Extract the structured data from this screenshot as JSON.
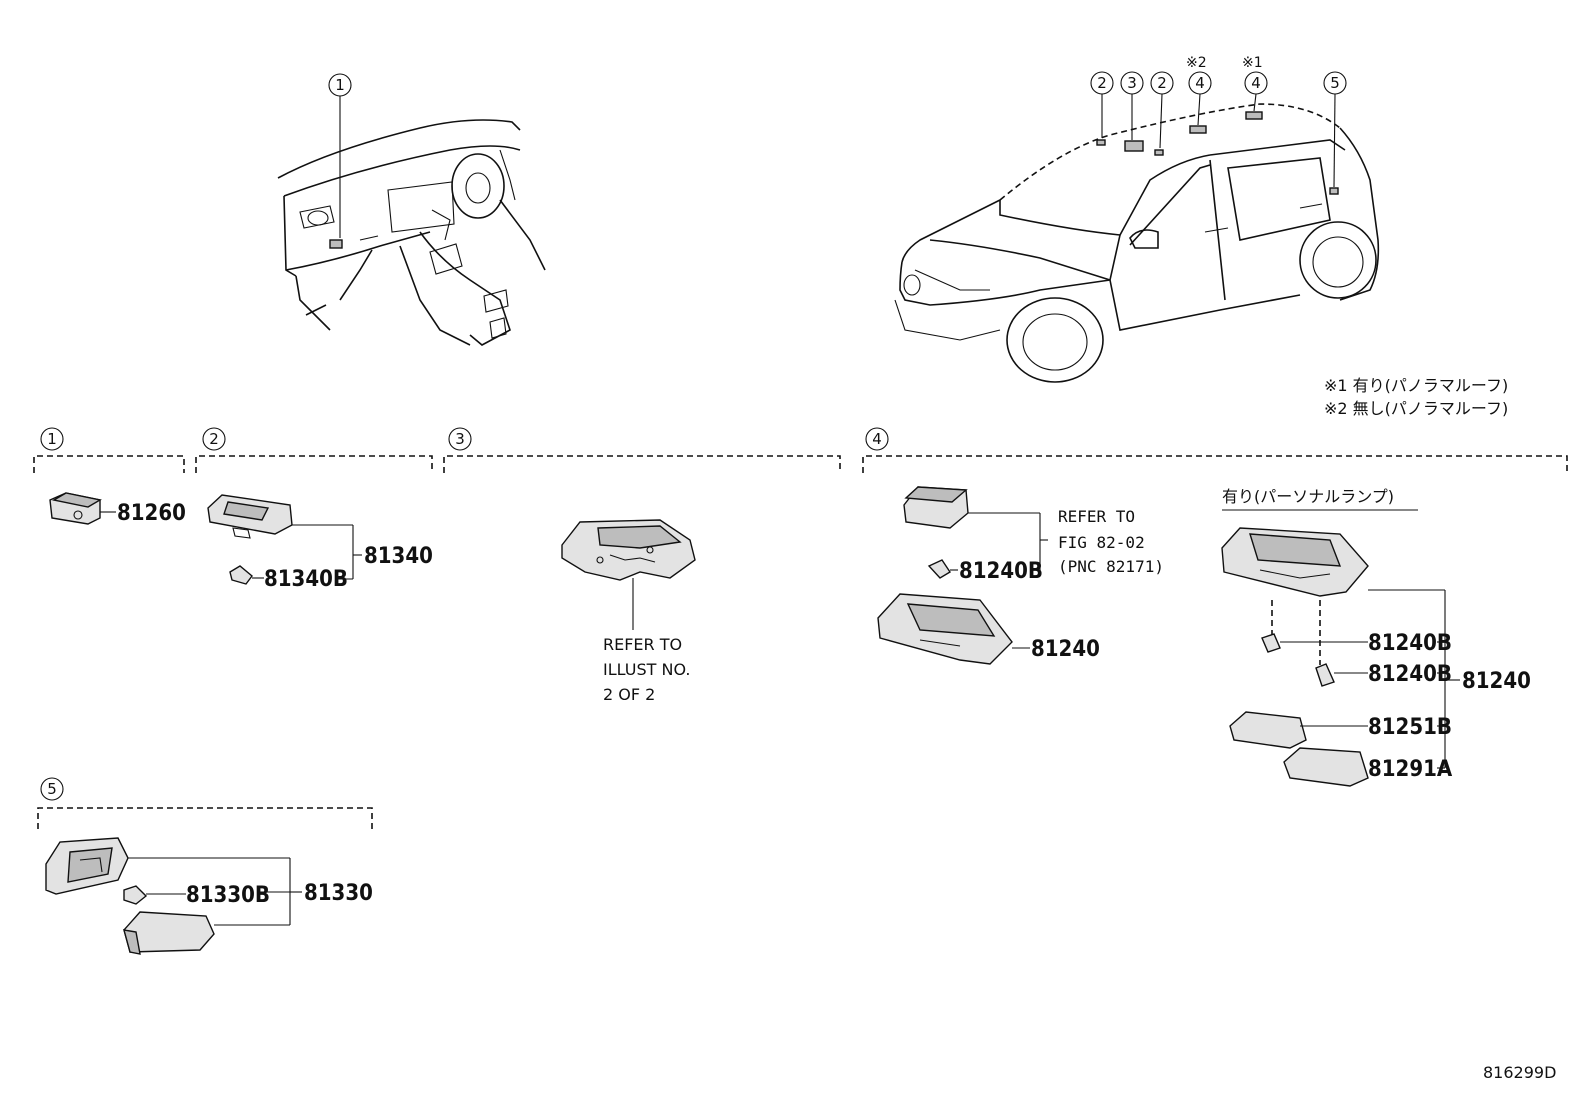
{
  "callouts": [
    "1",
    "2",
    "3",
    "4",
    "5"
  ],
  "roof_markers": {
    "mark2": "※2",
    "mark1": "※1"
  },
  "legend": [
    "※1 有り(パノラマルーフ)",
    "※2 無し(パノラマルーフ)"
  ],
  "sections": {
    "s1": {
      "num": "1",
      "parts": [
        "81260"
      ]
    },
    "s2": {
      "num": "2",
      "parts": [
        "81340",
        "81340B"
      ]
    },
    "s3": {
      "num": "3",
      "refer": [
        "REFER TO",
        "ILLUST NO.",
        "2 OF 2"
      ]
    },
    "s4": {
      "num": "4",
      "refer": [
        "REFER TO",
        "FIG 82-02",
        "(PNC 82171)"
      ],
      "parts_left": [
        "81240B",
        "81240"
      ],
      "variant_label": "有り(パーソナルランプ)",
      "parts_right": [
        "81240B",
        "81240B",
        "81251B",
        "81291A",
        "81240"
      ]
    },
    "s5": {
      "num": "5",
      "parts": [
        "81330B",
        "81330"
      ]
    }
  },
  "diagram_id": "816299D"
}
